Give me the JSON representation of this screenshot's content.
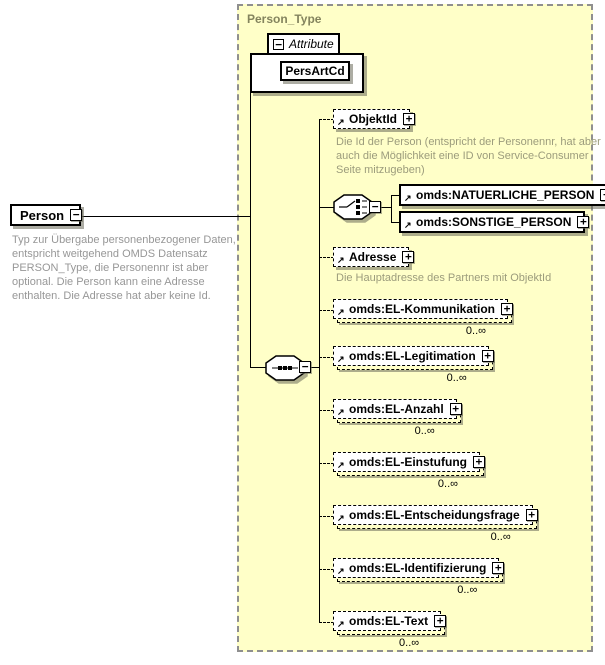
{
  "container": {
    "label": "Person_Type"
  },
  "root": {
    "label": "Person",
    "description": "Typ zur Übergabe personenbezogener Daten, entspricht weitgehend OMDS Datensatz PERSON_Type, die Personennr ist aber optional. Die Person kann eine Adresse enthalten. Die Adresse hat aber keine Id."
  },
  "attribute_group": {
    "label": "Attribute",
    "attribute": "PersArtCd"
  },
  "children": {
    "objektid": {
      "label": "ObjektId",
      "description": "Die Id der Person (entspricht der Personennr, hat aber auch die Möglichkeit eine ID von Service-Consumer Seite mitzugeben)"
    },
    "natuerliche": {
      "label": "omds:NATUERLICHE_PERSON"
    },
    "sonstige": {
      "label": "omds:SONSTIGE_PERSON"
    },
    "adresse": {
      "label": "Adresse",
      "description": "Die Hauptadresse des Partners mit ObjektId"
    },
    "kommunikation": {
      "label": "omds:EL-Kommunikation",
      "cardinality": "0..∞"
    },
    "legitimation": {
      "label": "omds:EL-Legitimation",
      "cardinality": "0..∞"
    },
    "anzahl": {
      "label": "omds:EL-Anzahl",
      "cardinality": "0..∞"
    },
    "einstufung": {
      "label": "omds:EL-Einstufung",
      "cardinality": "0..∞"
    },
    "entscheidungsfrage": {
      "label": "omds:EL-Entscheidungsfrage",
      "cardinality": "0..∞"
    },
    "identifizierung": {
      "label": "omds:EL-Identifizierung",
      "cardinality": "0..∞"
    },
    "text": {
      "label": "omds:EL-Text",
      "cardinality": "0..∞"
    }
  },
  "glyphs": {
    "collapse": "−",
    "expand": "+",
    "reference": "↗"
  },
  "colors": {
    "container_bg": "#ffffc8",
    "container_border": "#8f8f8f",
    "container_label": "#84845e",
    "annotation_text": "#9c9c7c",
    "box_border": "#000000"
  }
}
